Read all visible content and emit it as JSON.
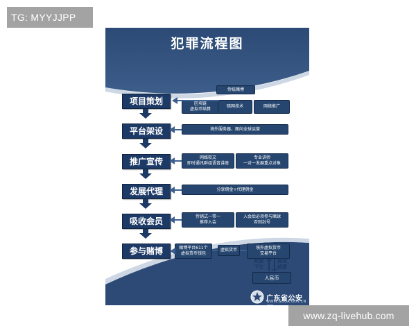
{
  "tag": "TG: MYYJJPP",
  "watermark": "www.zq-livehub.com",
  "poster": {
    "title": "犯罪流程图",
    "stages": [
      {
        "label": "项目策划"
      },
      {
        "label": "平台架设"
      },
      {
        "label": "推广宣传"
      },
      {
        "label": "发展代理"
      },
      {
        "label": "吸收会员"
      },
      {
        "label": "参与赌博"
      }
    ],
    "items": {
      "traditional_gambling": "传统赌博",
      "blockchain": "区块链\n虚拟币结算",
      "dark_web_tech": "暗网技术",
      "network_promotion": "网络推广",
      "overseas_server": "境外服务器，面向全球运营",
      "network_software": "网络软文\n即时通讯群组语音讲座",
      "professional_lecture": "专业讲师\n一对一发展重点对象",
      "commission": "分享佣金+代理佣金",
      "pyramid_recruit": "传销式一带一\n推荐入会",
      "join_rules": "入会后必须参与赌球\n否则封号",
      "platform_wallet": "赌博平台611个\n虚拟货币钱包",
      "virtual_currency": "虚拟货币",
      "overseas_exchange": "境外虚拟货币\n交易平台",
      "rmb": "人民币"
    },
    "labels": {
      "recharge": "充值",
      "bet": "下注",
      "withdraw": "提现",
      "settle": "结算"
    },
    "footer": {
      "agency": "广东省公安厅",
      "domain": "WWW.GDGA.GOV.CN"
    }
  }
}
